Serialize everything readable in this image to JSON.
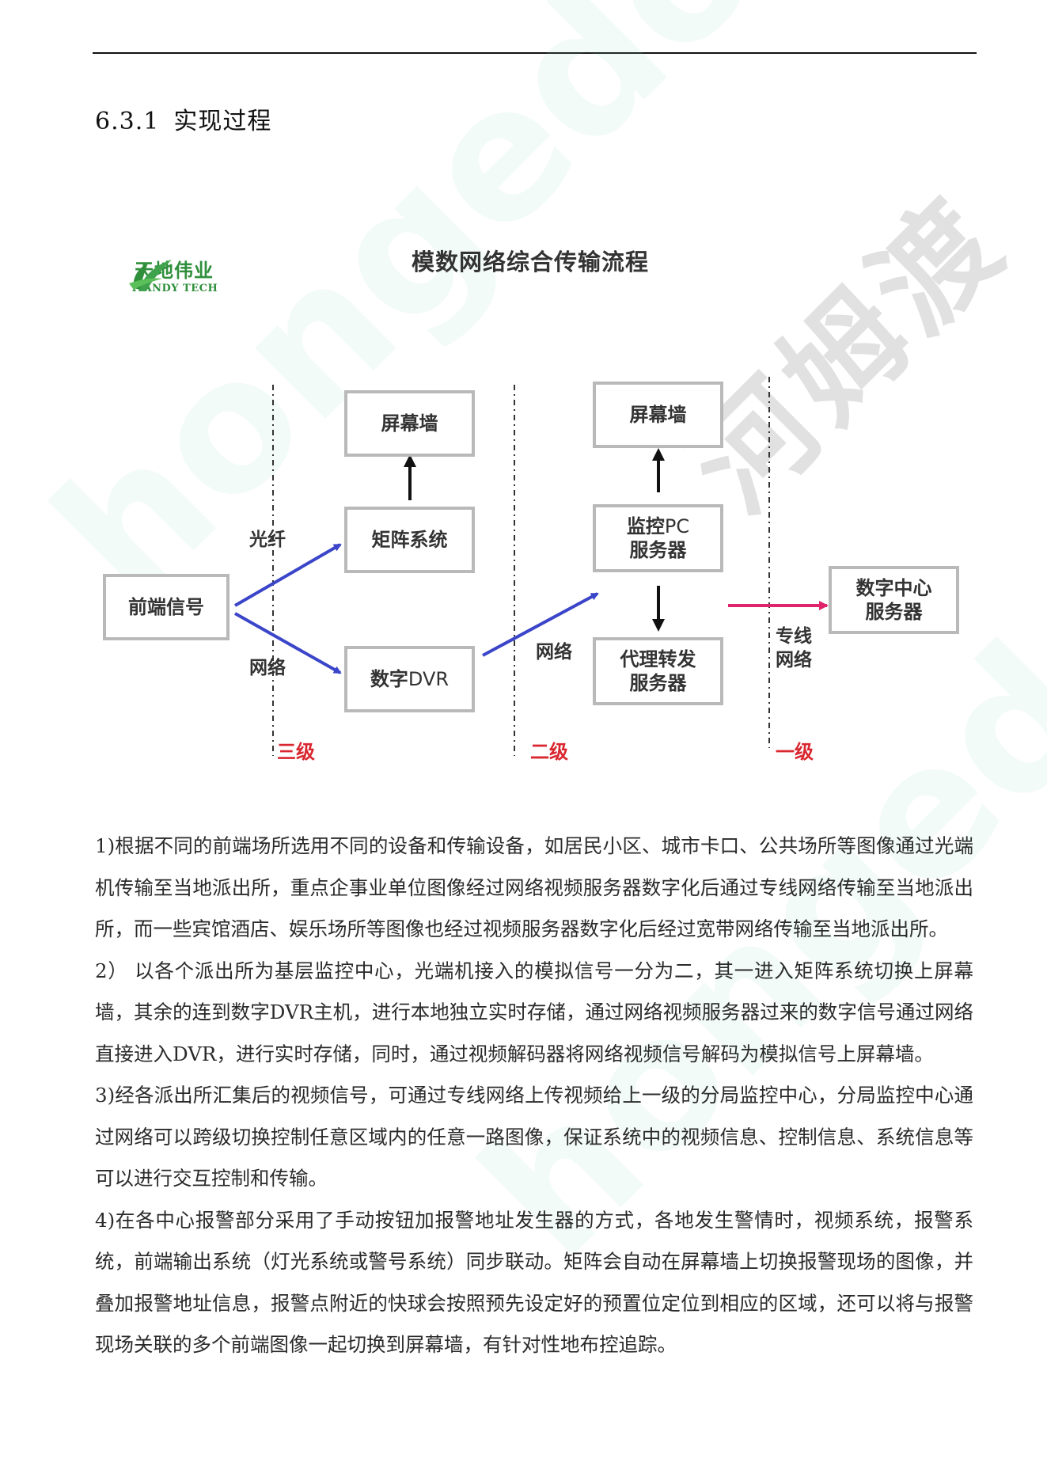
{
  "section": {
    "number": "6.3.1",
    "title": "实现过程"
  },
  "watermarks": {
    "cn": "河姆渡",
    "en": "hongedo.com"
  },
  "diagram": {
    "title": "模数网络综合传输流程",
    "logo": {
      "cn": "天地伟业",
      "en": "TIANDY TECH"
    },
    "nodes": {
      "frontend": "前端信号",
      "matrix": "矩阵系统",
      "wall1": "屏幕墙",
      "dvr_prefix": "数字",
      "dvr_suffix": "DVR",
      "monitor_line1_prefix": "监控",
      "monitor_line1_suffix": "PC",
      "monitor_line2": "服务器",
      "wall2": "屏幕墙",
      "proxy_line1": "代理转发",
      "proxy_line2": "服务器",
      "digital_center_line1": "数字中心",
      "digital_center_line2": "服务器"
    },
    "labels": {
      "fiber": "光纤",
      "network1": "网络",
      "network2": "网络",
      "dedicated_line1": "专线",
      "dedicated_line2": "网络"
    },
    "levels": {
      "level3": "三级",
      "level2": "二级",
      "level1": "一级"
    },
    "colors": {
      "blue_arrow": "#3b45c9",
      "pink_arrow": "#e0246b",
      "level_red": "#d9262f",
      "box_border": "#b9b9b9",
      "logo_green": "#2f8f3b"
    }
  },
  "paragraphs": [
    "1)根据不同的前端场所选用不同的设备和传输设备，如居民小区、城市卡口、公共场所等图像通过光端机传输至当地派出所，重点企事业单位图像经过网络视频服务器数字化后通过专线网络传输至当地派出所，而一些宾馆酒店、娱乐场所等图像也经过视频服务器数字化后经过宽带网络传输至当地派出所。",
    "2） 以各个派出所为基层监控中心，光端机接入的模拟信号一分为二，其一进入矩阵系统切换上屏幕墙，其余的连到数字DVR主机，进行本地独立实时存储，通过网络视频服务器过来的数字信号通过网络直接进入DVR，进行实时存储，同时，通过视频解码器将网络视频信号解码为模拟信号上屏幕墙。",
    "3)经各派出所汇集后的视频信号，可通过专线网络上传视频给上一级的分局监控中心，分局监控中心通过网络可以跨级切换控制任意区域内的任意一路图像，保证系统中的视频信息、控制信息、系统信息等可以进行交互控制和传输。",
    "4)在各中心报警部分采用了手动按钮加报警地址发生器的方式，各地发生警情时，视频系统，报警系统，前端输出系统（灯光系统或警号系统）同步联动。矩阵会自动在屏幕墙上切换报警现场的图像，并叠加报警地址信息，报警点附近的快球会按照预先设定好的预置位定位到相应的区域，还可以将与报警现场关联的多个前端图像一起切换到屏幕墙，有针对性地布控追踪。"
  ]
}
